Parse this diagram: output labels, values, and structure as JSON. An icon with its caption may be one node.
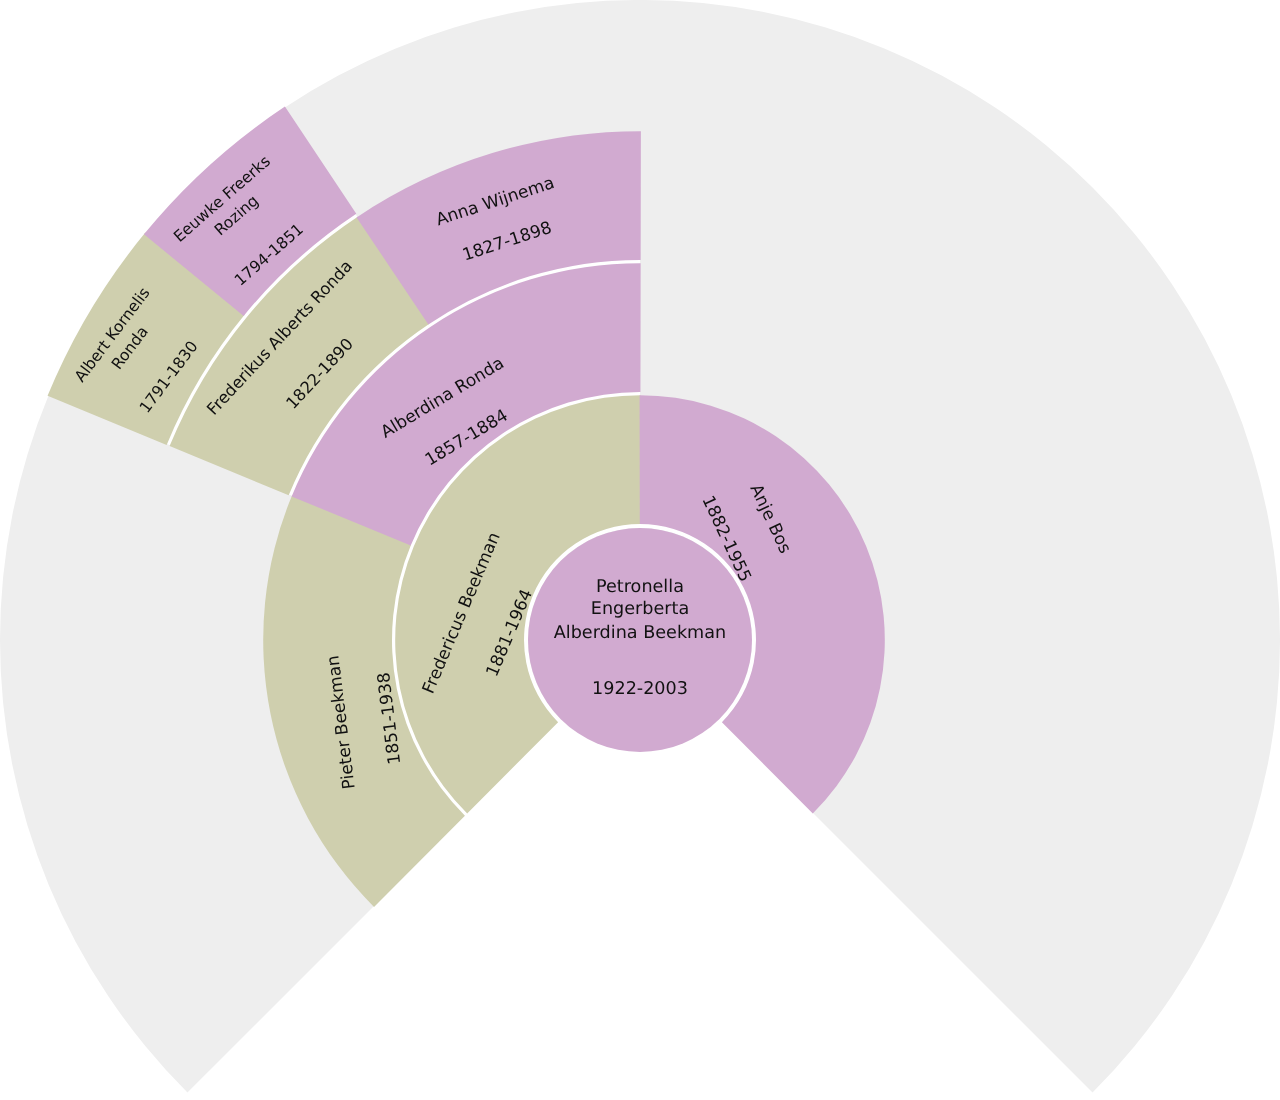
{
  "diagram": {
    "nodes": [
      {
        "text": [
          "Petronella Engerberta Alberdina Beekman",
          "1922-2003"
        ]
      },
      {
        "text": [
          "Fredericus Beekman",
          "1881-1964"
        ]
      },
      {
        "text": [
          "Anje Bos",
          "1882-1955"
        ]
      },
      {
        "text": [
          "Pieter Beekman",
          "1851-1938"
        ]
      },
      {
        "text": [
          "Alberdina Ronda",
          "1857-1884"
        ]
      },
      {
        "text": [
          "Frederikus Alberts Ronda",
          "1822-1890"
        ]
      },
      {
        "text": [
          "Anna Wijnema",
          "1827-1898"
        ]
      },
      {
        "text": [
          "Albert Kornelis Ronda",
          "1791-1830"
        ]
      },
      {
        "text": [
          "Eeuwke Freerks Rozing",
          "1794-1851"
        ]
      }
    ]
  }
}
